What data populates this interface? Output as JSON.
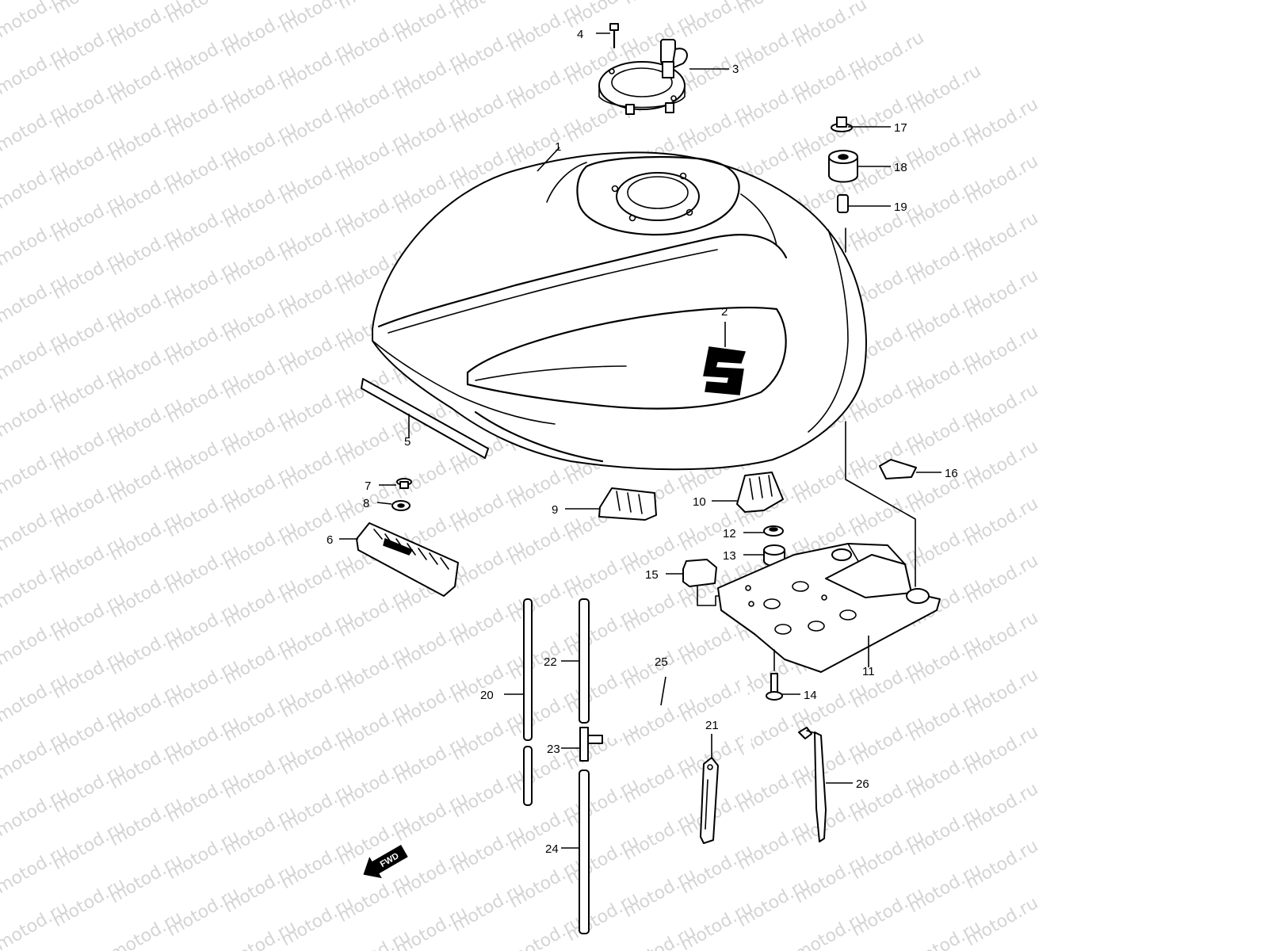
{
  "watermark": "motod.ru",
  "fwd_label": "FWD",
  "colors": {
    "line": "#000000",
    "background": "#ffffff",
    "watermark": "#d4d4d4"
  },
  "callouts": [
    {
      "id": "c1",
      "text": "1"
    },
    {
      "id": "c2",
      "text": "2"
    },
    {
      "id": "c3",
      "text": "3"
    },
    {
      "id": "c4",
      "text": "4"
    },
    {
      "id": "c5",
      "text": "5"
    },
    {
      "id": "c6",
      "text": "6"
    },
    {
      "id": "c7",
      "text": "7"
    },
    {
      "id": "c8",
      "text": "8"
    },
    {
      "id": "c9",
      "text": "9"
    },
    {
      "id": "c10",
      "text": "10"
    },
    {
      "id": "c11",
      "text": "11"
    },
    {
      "id": "c12",
      "text": "12"
    },
    {
      "id": "c13",
      "text": "13"
    },
    {
      "id": "c14",
      "text": "14"
    },
    {
      "id": "c15",
      "text": "15"
    },
    {
      "id": "c16",
      "text": "16"
    },
    {
      "id": "c17",
      "text": "17"
    },
    {
      "id": "c18",
      "text": "18"
    },
    {
      "id": "c19",
      "text": "19"
    },
    {
      "id": "c20",
      "text": "20"
    },
    {
      "id": "c21",
      "text": "21"
    },
    {
      "id": "c22",
      "text": "22"
    },
    {
      "id": "c23",
      "text": "23"
    },
    {
      "id": "c24",
      "text": "24"
    },
    {
      "id": "c25",
      "text": "25"
    },
    {
      "id": "c26",
      "text": "26"
    }
  ]
}
